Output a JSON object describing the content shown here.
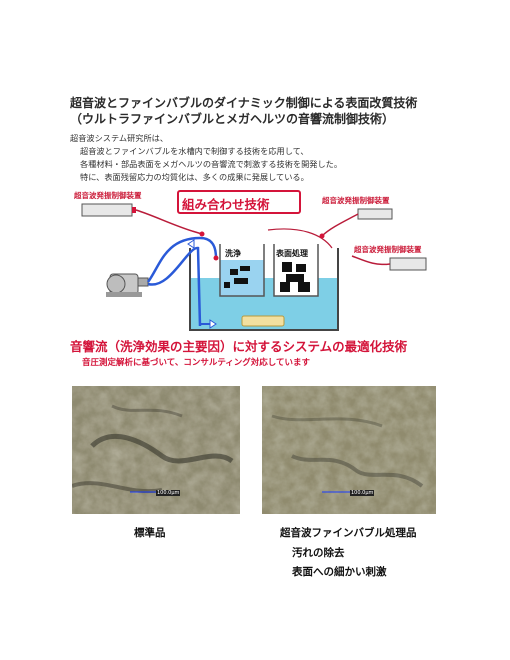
{
  "title": {
    "line1": "超音波とファインバブルのダイナミック制御による表面改質技術",
    "line2": "（ウルトラファインバブルとメガヘルツの音響流制御技術）"
  },
  "intro": {
    "line1": "超音波システム研究所は、",
    "line2": "超音波とファインバブルを水槽内で制御する技術を応用して、",
    "line3": "各種材料・部品表面をメガヘルツの音響流で刺激する技術を開発した。",
    "line4": "特に、表面残留応力の均質化は、多くの成果に発展している。"
  },
  "diagram": {
    "controller_left": "超音波発振制御装置",
    "controller_top_right": "超音波発振制御装置",
    "controller_right": "超音波発振制御装置",
    "combo_banner": "組み合わせ技術",
    "tank_wash_label": "洗浄",
    "tank_surface_label": "表面処理",
    "headline": "音響流（洗浄効果の主要因）に対するシステムの最適化技術",
    "subline": "音圧測定解析に基づいて、コンサルティング対応しています",
    "colors": {
      "accent_red": "#d4143a",
      "water": "#7ecfe6",
      "hose": "#2a5ad8"
    }
  },
  "photos": {
    "left_scale": "100.0μm",
    "right_scale": "100.0μm"
  },
  "captions": {
    "left": "標準品",
    "right_title": "超音波ファインバブル処理品",
    "right_line1": "汚れの除去",
    "right_line2": "表面への細かい刺激"
  }
}
